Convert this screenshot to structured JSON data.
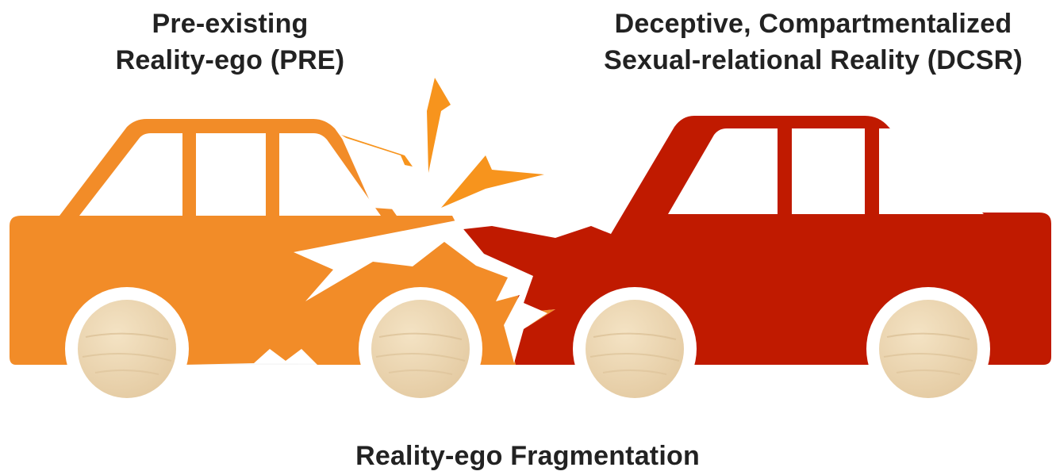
{
  "labels": {
    "left": {
      "line1": "Pre-existing",
      "line2": "Reality-ego (PRE)"
    },
    "right": {
      "line1": "Deceptive, Compartmentalized",
      "line2": "Sexual-relational Reality (DCSR)"
    },
    "bottom": "Reality-ego Fragmentation"
  },
  "colors": {
    "left_car": "#F28C28",
    "right_car": "#C01A00",
    "shards": "#F7941D",
    "wheel_wood": "#EED9B5",
    "wheel_grain": "#D9BE93",
    "text": "#222222"
  },
  "icons": {
    "left_car": "car-icon",
    "right_car": "car-icon",
    "collision": "crash-burst-icon",
    "wheels": "wooden-wheel-icon"
  }
}
